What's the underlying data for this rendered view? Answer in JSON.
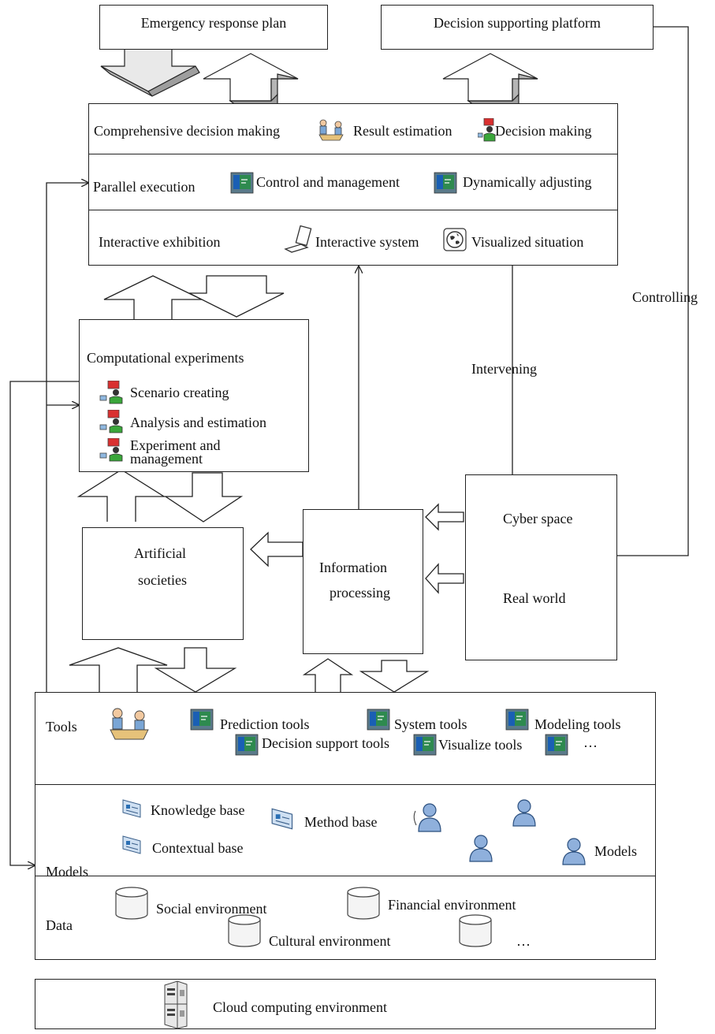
{
  "top": {
    "emergency_plan": "Emergency response plan",
    "decision_platform": "Decision supporting platform"
  },
  "decision_panel": {
    "row1": {
      "title": "Comprehensive decision making",
      "item1": "Result estimation",
      "item2": "Decision making"
    },
    "row2": {
      "title": "Parallel execution",
      "item1": "Control and management",
      "item2": "Dynamically adjusting"
    },
    "row3": {
      "title": "Interactive exhibition",
      "item1": "Interactive system",
      "item2": "Visualized situation"
    }
  },
  "side_labels": {
    "controlling": "Controlling",
    "intervening": "Intervening"
  },
  "computational": {
    "title": "Computational experiments",
    "items": [
      "Scenario creating",
      "Analysis and estimation",
      "Experiment and",
      "management"
    ]
  },
  "artificial": {
    "line1": "Artificial",
    "line2": "societies"
  },
  "information": {
    "line1": "Information",
    "line2": "processing"
  },
  "spaces": {
    "cyber": "Cyber space",
    "real": "Real world"
  },
  "tools": {
    "label": "Tools",
    "items": [
      "Prediction tools",
      "System tools",
      "Modeling tools",
      "Decision support tools",
      "Visualize tools",
      "…"
    ]
  },
  "models": {
    "label": "Models",
    "items": [
      "Knowledge base",
      "Method base",
      "Contextual base",
      "Models"
    ]
  },
  "data": {
    "label": "Data",
    "items": [
      "Social environment",
      "Financial environment",
      "Cultural environment",
      "…"
    ]
  },
  "cloud": {
    "label": "Cloud computing environment"
  },
  "colors": {
    "line": "#222222",
    "gray_arrow": "#b5b5b5",
    "monitor_green": "#2e8a4f",
    "person_green": "#3aa63a",
    "person_blue": "#6d95c9"
  }
}
